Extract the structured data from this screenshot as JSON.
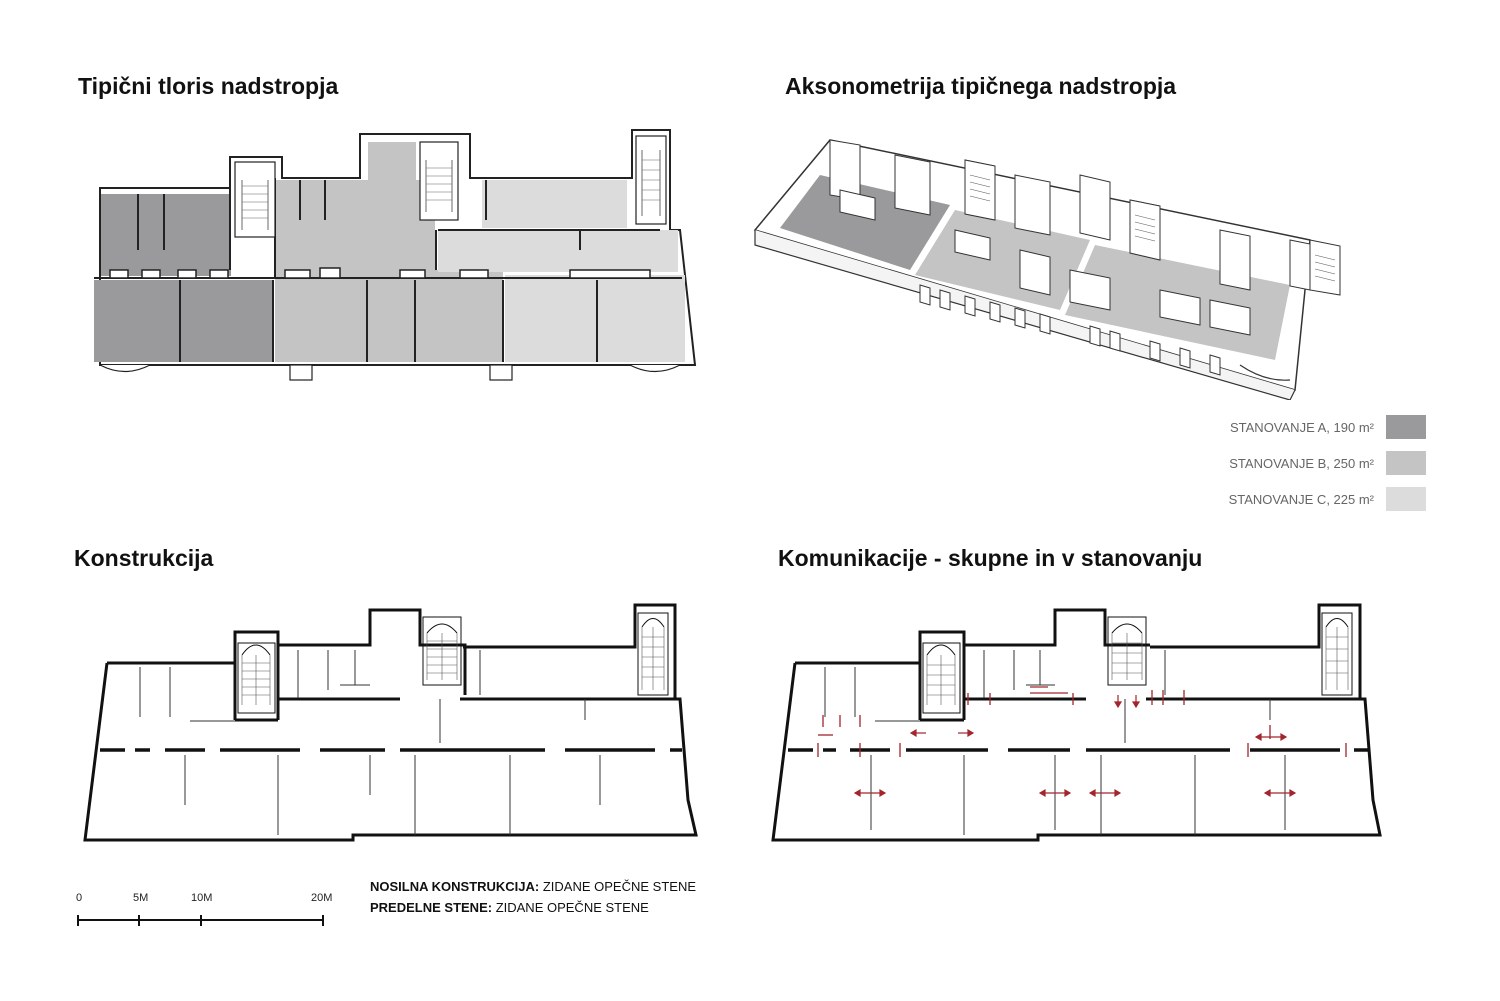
{
  "titles": {
    "plan": "Tipični tloris nadstropja",
    "axon": "Aksonometrija tipičnega nadstropja",
    "structure": "Konstrukcija",
    "communication": "Komunikacije - skupne in v stanovanju"
  },
  "legend": [
    {
      "label": "STANOVANJE A, 190 m²",
      "color": "#9a9a9c"
    },
    {
      "label": "STANOVANJE B, 250 m²",
      "color": "#c4c4c5"
    },
    {
      "label": "STANOVANJE C, 225 m²",
      "color": "#dcdcdd"
    }
  ],
  "notes": {
    "load_bearing_label": "NOSILNA KONSTRUKCIJA:",
    "load_bearing_value": " ZIDANE OPEČNE STENE",
    "partition_label": "PREDELNE STENE:",
    "partition_value": " ZIDANE OPEČNE STENE"
  },
  "scale": {
    "ticks": [
      "0",
      "5M",
      "10M",
      "20M"
    ]
  },
  "colors": {
    "apartment_a": "#9a9a9c",
    "apartment_b": "#c4c4c5",
    "apartment_c": "#dcdcdd",
    "wall": "#111111",
    "arrow": "#a2262d"
  }
}
